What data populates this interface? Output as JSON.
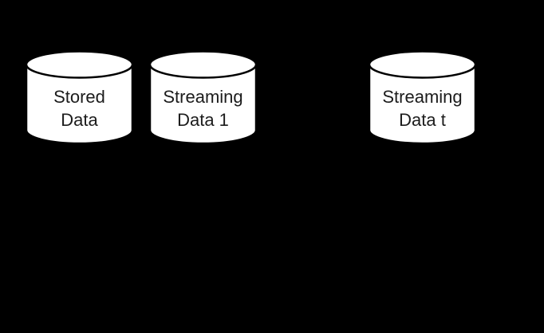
{
  "diagram": {
    "background_color": "#000000",
    "cylinder_fill": "#ffffff",
    "cylinder_stroke": "#000000",
    "label_color": "#1c1c1c",
    "cylinders": [
      {
        "id": "stored-data",
        "line1": "Stored",
        "line2": "Data"
      },
      {
        "id": "streaming-data-1",
        "line1": "Streaming",
        "line2": "Data 1"
      },
      {
        "id": "streaming-data-t",
        "line1": "Streaming",
        "line2": "Data t"
      }
    ]
  }
}
